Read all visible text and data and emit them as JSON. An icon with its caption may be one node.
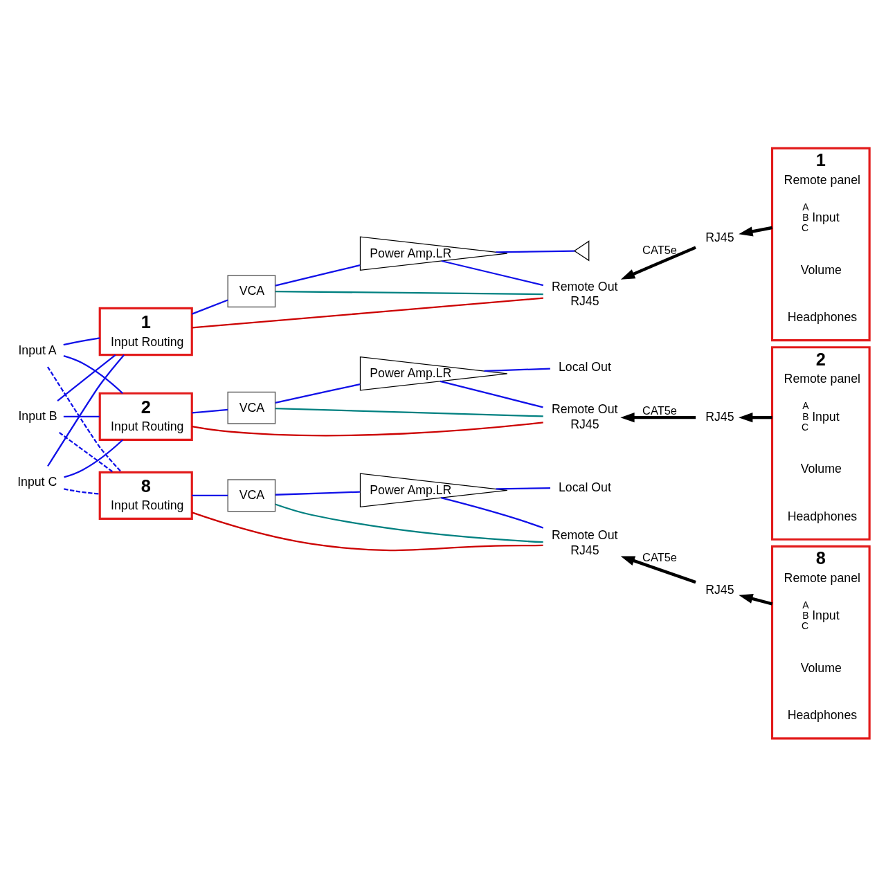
{
  "diagram": {
    "nodes": [
      {
        "text": [
          "Input A"
        ]
      },
      {
        "text": [
          "Input B"
        ]
      },
      {
        "text": [
          "Input C"
        ]
      },
      {
        "text": [
          "1",
          "Input Routing"
        ]
      },
      {
        "text": [
          "VCA"
        ]
      },
      {
        "text": [
          "Power Amp.LR"
        ]
      },
      {
        "text": [],
        "shape": "chevron"
      },
      {
        "text": [
          "Remote Out",
          "RJ45"
        ]
      },
      {
        "text": [
          "RJ45"
        ]
      },
      {
        "text": [
          "1",
          "Remote panel"
        ]
      },
      {
        "text": [
          "Input"
        ],
        "beside": [
          "A",
          "B",
          "C"
        ],
        "in": 9
      },
      {
        "text": [
          "Volume"
        ],
        "in": 9
      },
      {
        "text": [
          "Headphones"
        ],
        "in": 9
      },
      {
        "text": [
          "2",
          "Input Routing"
        ]
      },
      {
        "text": [
          "VCA"
        ]
      },
      {
        "text": [
          "Power Amp.LR"
        ]
      },
      {
        "text": [
          "Local Out"
        ]
      },
      {
        "text": [
          "Remote Out",
          "RJ45"
        ]
      },
      {
        "text": [
          "RJ45"
        ]
      },
      {
        "text": [
          "2",
          "Remote panel"
        ]
      },
      {
        "text": [
          "Input"
        ],
        "beside": [
          "A",
          "B",
          "C"
        ],
        "in": 19
      },
      {
        "text": [
          "Volume"
        ],
        "in": 19
      },
      {
        "text": [
          "Headphones"
        ],
        "in": 19
      },
      {
        "text": [
          "8",
          "Input Routing"
        ]
      },
      {
        "text": [
          "VCA"
        ]
      },
      {
        "text": [
          "Power Amp.LR"
        ]
      },
      {
        "text": [
          "Local Out"
        ]
      },
      {
        "text": [
          "Remote Out",
          "RJ45"
        ]
      },
      {
        "text": [
          "RJ45"
        ]
      },
      {
        "text": [
          "8",
          "Remote panel"
        ]
      },
      {
        "text": [
          "Input"
        ],
        "beside": [
          "A",
          "B",
          "C"
        ],
        "in": 29
      },
      {
        "text": [
          "Volume"
        ],
        "in": 29
      },
      {
        "text": [
          "Headphones"
        ],
        "in": 29
      }
    ],
    "edges": [
      {
        "from": 0,
        "to": 3,
        "arrow": "none"
      },
      {
        "from": 1,
        "to": 3,
        "arrow": "none"
      },
      {
        "from": 2,
        "to": 3,
        "arrow": "none"
      },
      {
        "from": 3,
        "to": 4,
        "arrow": "none"
      },
      {
        "from": 4,
        "to": 5,
        "arrow": "none"
      },
      {
        "from": 5,
        "to": 6,
        "arrow": "none"
      },
      {
        "from": 5,
        "to": 7,
        "arrow": "none"
      },
      {
        "from": 4,
        "to": 7,
        "arrow": "none",
        "color": "#008080"
      },
      {
        "from": 3,
        "to": 7,
        "arrow": "none",
        "color": "#cc0000"
      },
      {
        "from": 8,
        "to": 7,
        "arrow": "to",
        "label": "CAT5e",
        "style": "thick",
        "color": "#000000"
      },
      {
        "from": 9,
        "to": 8,
        "arrow": "to",
        "style": "thick",
        "color": "#000000"
      },
      {
        "from": 0,
        "to": 13,
        "arrow": "none"
      },
      {
        "from": 1,
        "to": 13,
        "arrow": "none"
      },
      {
        "from": 2,
        "to": 13,
        "arrow": "none"
      },
      {
        "from": 13,
        "to": 14,
        "arrow": "none"
      },
      {
        "from": 14,
        "to": 15,
        "arrow": "none"
      },
      {
        "from": 15,
        "to": 16,
        "arrow": "none"
      },
      {
        "from": 15,
        "to": 17,
        "arrow": "none"
      },
      {
        "from": 14,
        "to": 17,
        "arrow": "none",
        "color": "#008080"
      },
      {
        "from": 13,
        "to": 17,
        "arrow": "none",
        "color": "#cc0000"
      },
      {
        "from": 18,
        "to": 17,
        "arrow": "to",
        "label": "CAT5e",
        "style": "thick",
        "color": "#000000"
      },
      {
        "from": 19,
        "to": 18,
        "arrow": "to",
        "style": "thick",
        "color": "#000000"
      },
      {
        "from": 0,
        "to": 23,
        "arrow": "none",
        "style": "dashed"
      },
      {
        "from": 1,
        "to": 23,
        "arrow": "none",
        "style": "dashed"
      },
      {
        "from": 2,
        "to": 23,
        "arrow": "none",
        "style": "dashed"
      },
      {
        "from": 23,
        "to": 24,
        "arrow": "none"
      },
      {
        "from": 24,
        "to": 25,
        "arrow": "none"
      },
      {
        "from": 25,
        "to": 26,
        "arrow": "none"
      },
      {
        "from": 25,
        "to": 27,
        "arrow": "none"
      },
      {
        "from": 24,
        "to": 27,
        "arrow": "none",
        "color": "#008080"
      },
      {
        "from": 23,
        "to": 27,
        "arrow": "none",
        "color": "#cc0000"
      },
      {
        "from": 28,
        "to": 27,
        "arrow": "to",
        "label": "CAT5e",
        "style": "thick",
        "color": "#000000"
      },
      {
        "from": 29,
        "to": 28,
        "arrow": "to",
        "style": "thick",
        "color": "#000000"
      }
    ]
  }
}
